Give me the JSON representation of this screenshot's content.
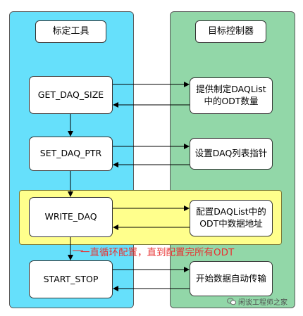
{
  "lanes": {
    "left_title": "标定工具",
    "right_title": "目标控制器"
  },
  "steps": [
    {
      "tool": "GET_DAQ_SIZE",
      "ecu": "提供制定DAQList\n中的ODT数量"
    },
    {
      "tool": "SET_DAQ_PTR",
      "ecu": "设置DAQ列表指针"
    },
    {
      "tool": "WRITE_DAQ",
      "ecu": "配置DAQList中的\nODT中数据地址"
    },
    {
      "tool": "START_STOP",
      "ecu": "开始数据自动传输"
    }
  ],
  "loop_note": "一直循环配置，直到配置完所有ODT",
  "watermark": "闲谈工程师之家",
  "colors": {
    "left_lane": "#66e0fb",
    "right_lane": "#92d7a8",
    "loop_region": "#ffff8c",
    "note_text": "#e83232"
  }
}
